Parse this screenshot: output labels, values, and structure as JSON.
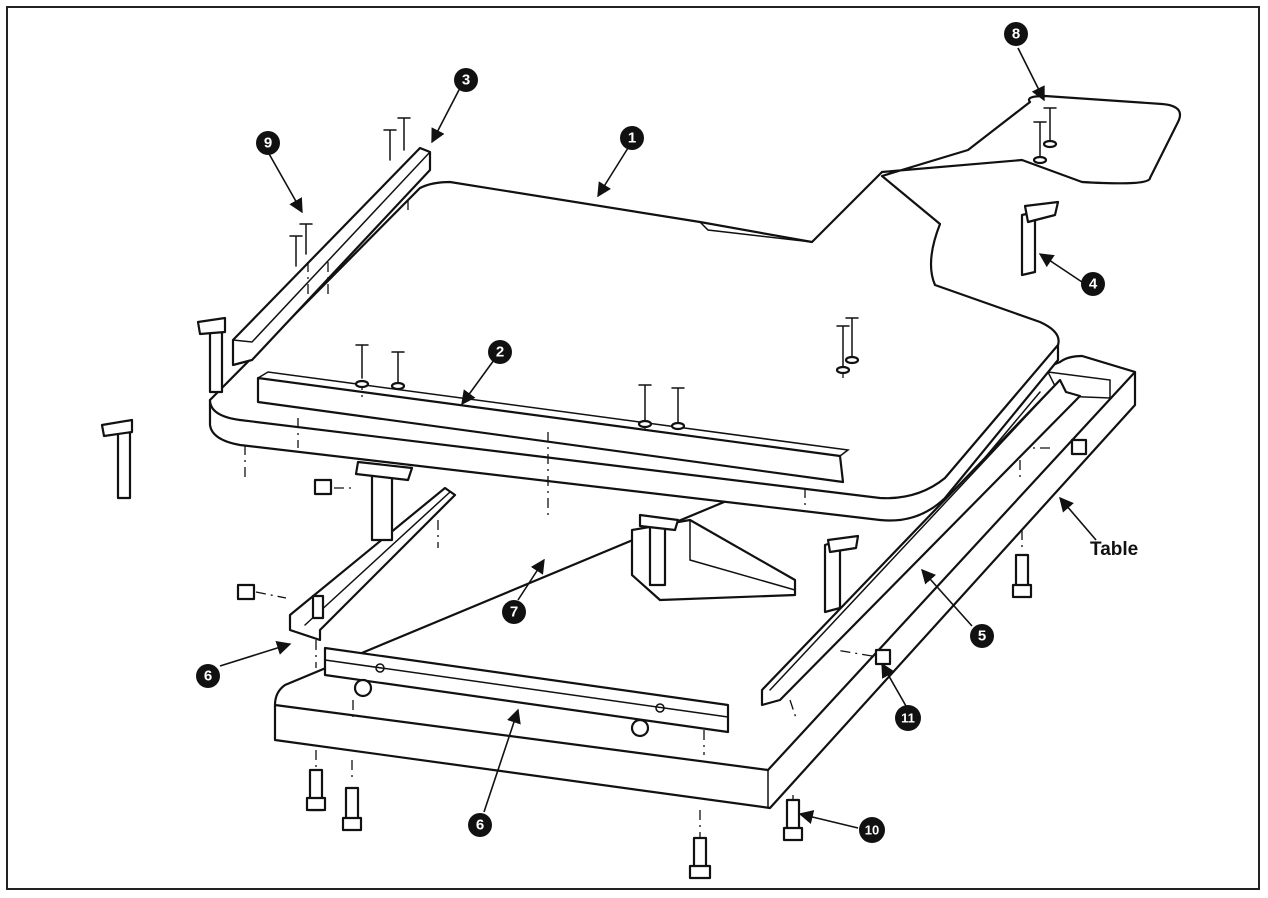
{
  "labels": {
    "n1": "1",
    "n2": "2",
    "n3": "3",
    "n4": "4",
    "n5": "5",
    "n6a": "6",
    "n6b": "6",
    "n7": "7",
    "n8": "8",
    "n9": "9",
    "n10": "10",
    "n11": "11",
    "table": "Table"
  }
}
